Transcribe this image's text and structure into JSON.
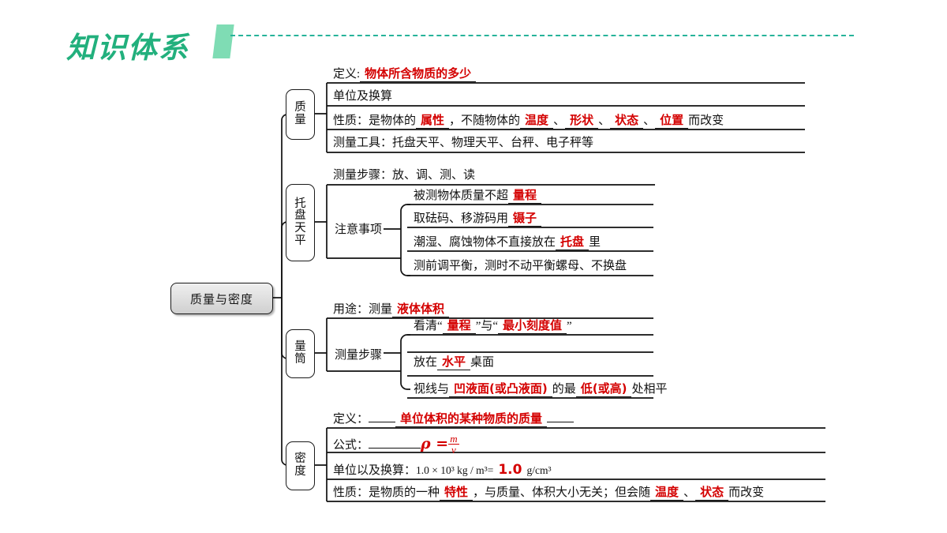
{
  "header": {
    "title": "知识体系",
    "accent_green": "#22b07d",
    "accent_light": "#7fdcb4",
    "rule_color": "#27b39a"
  },
  "diagram": {
    "root": {
      "label": "质量与密度"
    },
    "answer_color": "#d40000",
    "branches": [
      {
        "id": "mass",
        "label": "质量",
        "label_chars": [
          "质",
          "量"
        ],
        "rows": [
          {
            "id": "mass-def",
            "lead": "定义:",
            "answer": "物体所含物质的多少",
            "tail": ""
          },
          {
            "id": "mass-unit",
            "lead": "单位及换算",
            "answer": "",
            "tail": ""
          },
          {
            "id": "mass-prop",
            "lead": "性质：是物体的",
            "answer": "属性",
            "mid": "，不随物体的",
            "answers2": [
              "温度",
              "形状",
              "状态",
              "位置"
            ],
            "sep": "、",
            "tail": "而改变"
          },
          {
            "id": "mass-tools",
            "lead": "测量工具：托盘天平、物理天平、台秤、电子秤等",
            "answer": "",
            "tail": ""
          }
        ]
      },
      {
        "id": "balance",
        "label": "托盘天平",
        "label_chars": [
          "托",
          "盘",
          "天",
          "平"
        ],
        "rows": [
          {
            "id": "bal-steps",
            "lead": "测量步骤：放、调、测、读",
            "answer": "",
            "tail": ""
          }
        ],
        "sublabel": "注意事项",
        "subrows": [
          {
            "id": "bal-n1",
            "lead": "被测物体质量不超",
            "answer": "量程",
            "tail": ""
          },
          {
            "id": "bal-n2",
            "lead": "取砝码、移游码用",
            "answer": "镊子",
            "tail": ""
          },
          {
            "id": "bal-n3",
            "lead": "潮湿、腐蚀物体不直接放在",
            "answer": "托盘",
            "tail": "里"
          },
          {
            "id": "bal-n4",
            "lead": "测前调平衡，测时不动平衡螺母、不换盘",
            "answer": "",
            "tail": ""
          }
        ]
      },
      {
        "id": "cylinder",
        "label": "量筒",
        "label_chars": [
          "量",
          "筒"
        ],
        "rows": [
          {
            "id": "cyl-use",
            "lead": "用途：测量",
            "answer": "液体体积",
            "tail": ""
          }
        ],
        "sublabel": "测量步骤",
        "subrows": [
          {
            "id": "cyl-s1",
            "lead": "看清“",
            "answer": "量程",
            "mid": "”与“",
            "answer2": "最小刻度值",
            "tail": "”"
          },
          {
            "id": "cyl-s2",
            "lead": "放在",
            "answer": "水平",
            "tail": "桌面"
          },
          {
            "id": "cyl-s3",
            "lead": "视线与",
            "answer": "凹液面(或凸液面)",
            "mid": "的最",
            "answer2": "低(或高)",
            "tail": "处相平"
          }
        ]
      },
      {
        "id": "density",
        "label": "密度",
        "label_chars": [
          "密",
          "度"
        ],
        "rows": [
          {
            "id": "den-def",
            "lead": "定义：",
            "answer": "单位体积的某种物质的质量",
            "tail": ""
          },
          {
            "id": "den-form",
            "lead": "公式：",
            "formula": "ρ =",
            "frac_num": "m",
            "frac_den": "v",
            "tail": ""
          },
          {
            "id": "den-unit",
            "lead": "单位以及换算：",
            "expr": "1.0 × 10³ kg / m³=",
            "answer": "1.0",
            "tail": "g/cm³"
          },
          {
            "id": "den-prop",
            "lead": "性质：是物质的一种",
            "answer": "特性",
            "mid": "，与质量、体积大小无关；但会随",
            "answers2": [
              "温度",
              "状态"
            ],
            "sep": "、",
            "tail": "而改变"
          }
        ]
      }
    ]
  }
}
